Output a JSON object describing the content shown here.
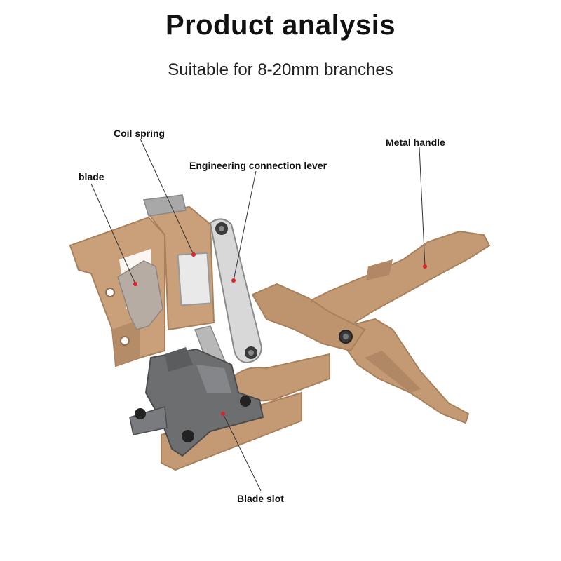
{
  "header": {
    "title": "Product analysis",
    "subtitle": "Suitable for 8-20mm branches"
  },
  "callouts": [
    {
      "id": "coil-spring",
      "label": "Coil spring"
    },
    {
      "id": "blade",
      "label": "blade"
    },
    {
      "id": "engineering-connection-lever",
      "label": "Engineering connection lever"
    },
    {
      "id": "metal-handle",
      "label": "Metal handle"
    },
    {
      "id": "blade-slot",
      "label": "Blade slot"
    }
  ],
  "colors": {
    "body": "#c39a73",
    "body_dark": "#a8805c",
    "steel": "#c9c9c9",
    "base": "#6d6e70",
    "marker": "#e0202a",
    "leader": "#333333"
  }
}
